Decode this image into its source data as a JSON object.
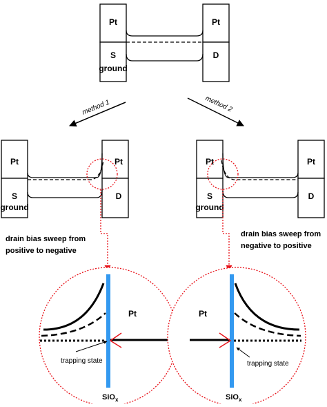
{
  "labels": {
    "pt": "Pt",
    "s": "S",
    "ground": "ground",
    "d": "D",
    "method1": "method 1",
    "method2": "method 2",
    "caption_left_line1": "drain bias sweep from",
    "caption_left_line2": "positive to negative",
    "caption_right_line1": "drain bias sweep from",
    "caption_right_line2": "negative to positive",
    "trapping_state": "trapping state",
    "siox_main": "SiO",
    "siox_sub": "x"
  },
  "colors": {
    "line": "#000000",
    "highlight": "#e8141b",
    "oxide": "#3399f0"
  }
}
